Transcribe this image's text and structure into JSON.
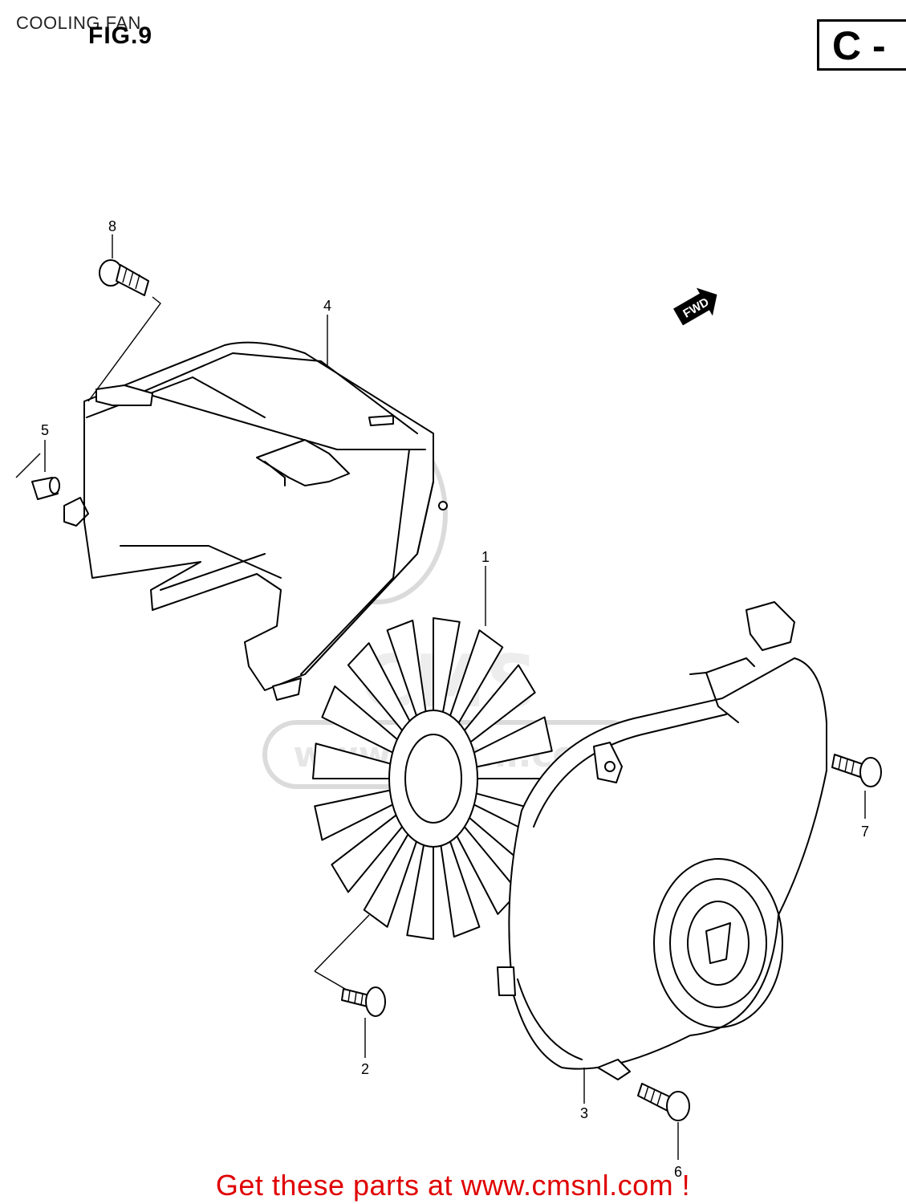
{
  "header": {
    "caption": "COOLING FAN",
    "figure": "FIG.9",
    "section_badge": "C -"
  },
  "fwd_label": "FWD",
  "parts": [
    {
      "ref": "1",
      "name": "fan"
    },
    {
      "ref": "2",
      "name": "bolt"
    },
    {
      "ref": "3",
      "name": "fan-cover"
    },
    {
      "ref": "4",
      "name": "shroud"
    },
    {
      "ref": "5",
      "name": "collar"
    },
    {
      "ref": "6",
      "name": "bolt"
    },
    {
      "ref": "7",
      "name": "bolt"
    },
    {
      "ref": "8",
      "name": "bolt"
    }
  ],
  "watermark": {
    "text": "www.cmsnl.com",
    "logo": "CMS"
  },
  "footer": {
    "cta": "Get these parts at www.cmsnl.com !",
    "color": "#e00000"
  }
}
